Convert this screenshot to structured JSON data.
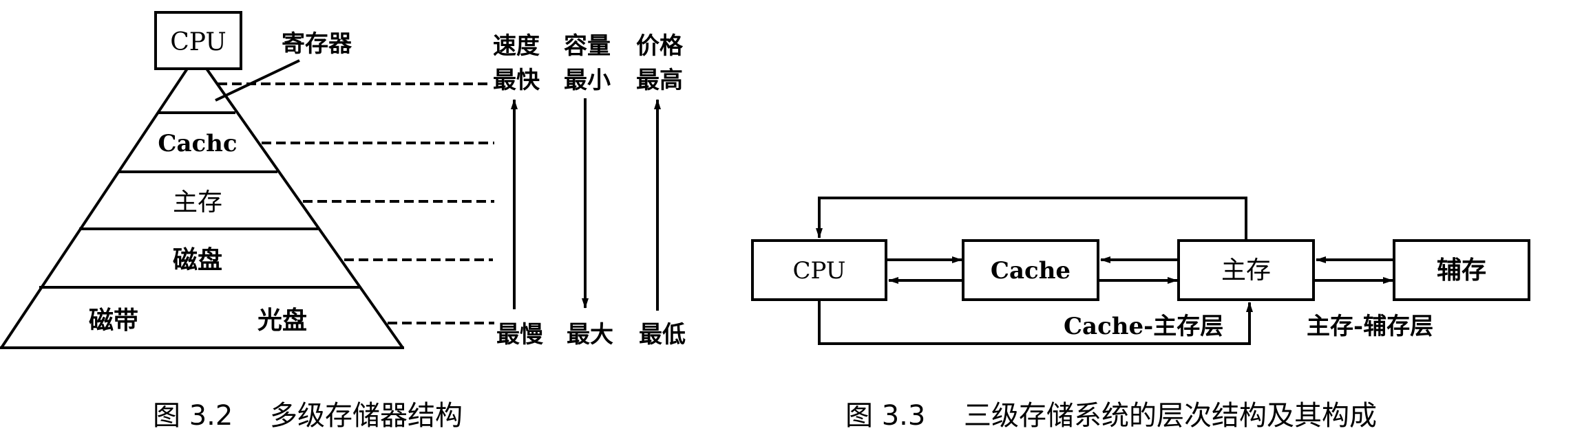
{
  "figure_left": {
    "cpu_label": "CPU",
    "register_label": "寄存器",
    "levels": [
      {
        "label": "Cachc"
      },
      {
        "label": "主存"
      },
      {
        "label": "磁盘"
      },
      {
        "label_left": "磁带",
        "label_right": "光盘"
      }
    ],
    "metrics": [
      {
        "name": "速度",
        "top": "最快",
        "bottom": "最慢",
        "direction": "up"
      },
      {
        "name": "容量",
        "top": "最小",
        "bottom": "最大",
        "direction": "down"
      },
      {
        "name": "价格",
        "top": "最高",
        "bottom": "最低",
        "direction": "up"
      }
    ],
    "caption_number": "图 3.2",
    "caption_text": "多级存储器结构"
  },
  "figure_right": {
    "boxes": {
      "cpu": "CPU",
      "cache": "Cache",
      "main": "主存",
      "aux": "辅存"
    },
    "layer_cache_main": "Cache-主存层",
    "layer_main_aux": "主存-辅存层",
    "caption_number": "图 3.3",
    "caption_text": "三级存储系统的层次结构及其构成"
  }
}
